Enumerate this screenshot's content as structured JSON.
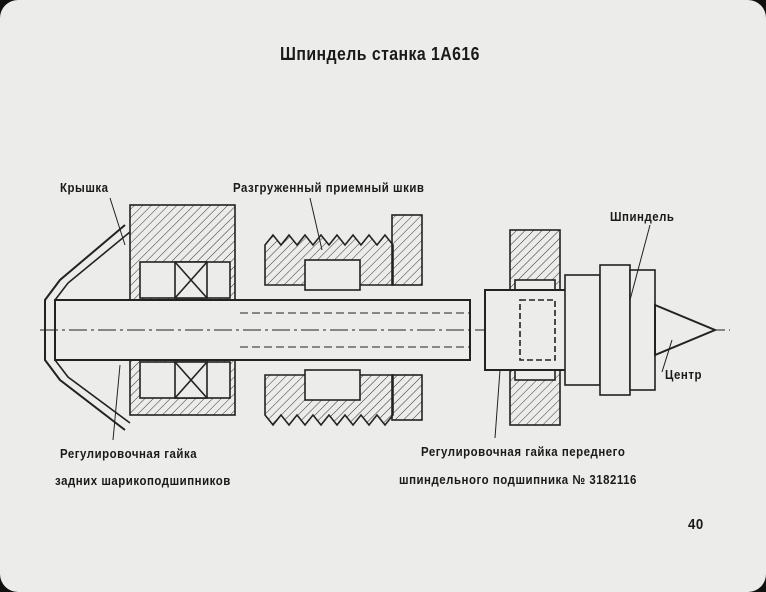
{
  "title": "Шпиндель станка 1А616",
  "labels": {
    "cover": "Крышка",
    "pulley": "Разгруженный приемный шкив",
    "spindle": "Шпиндель",
    "center": "Центр",
    "rear_nut_line1": "Регулировочная гайка",
    "rear_nut_line2": "задних шарикоподшипников",
    "front_nut_line1": "Регулировочная гайка переднего",
    "front_nut_line2": "шпиндельного подшипника № 3182116"
  },
  "frame_number": "40"
}
